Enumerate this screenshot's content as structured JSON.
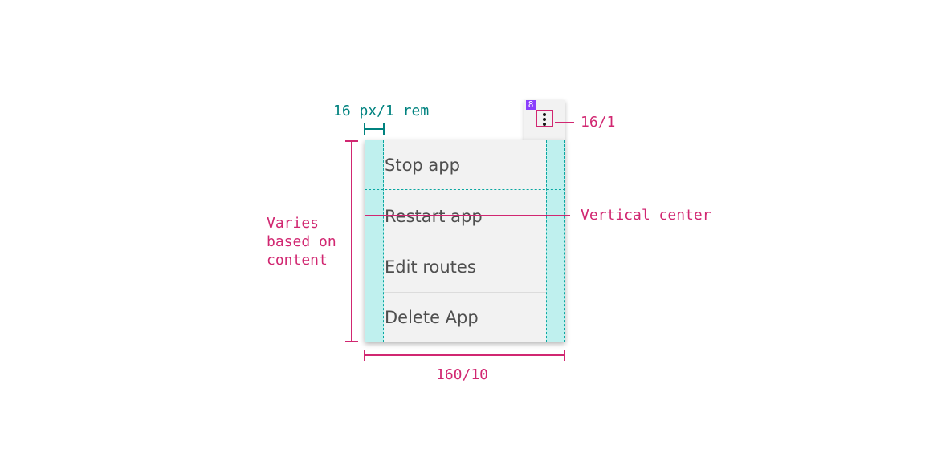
{
  "annotations": {
    "padding": "16 px/1 rem",
    "icon_size": "16/1",
    "vertical_center": "Vertical center",
    "height_line1": "Varies",
    "height_line2": "based on",
    "height_line3": "content",
    "width": "160/10",
    "badge": "8"
  },
  "menu": {
    "items": [
      {
        "label": "Stop app"
      },
      {
        "label": "Restart app"
      },
      {
        "label": "Edit routes"
      },
      {
        "label": "Delete App"
      }
    ]
  },
  "colors": {
    "annotation_pink": "#d12771",
    "annotation_teal": "#00827f",
    "padding_fill": "#bff0ee",
    "menu_bg": "#f2f2f2",
    "badge_purple": "#8a3ffc"
  },
  "icons": {
    "trigger": "overflow-menu-vertical-icon"
  }
}
